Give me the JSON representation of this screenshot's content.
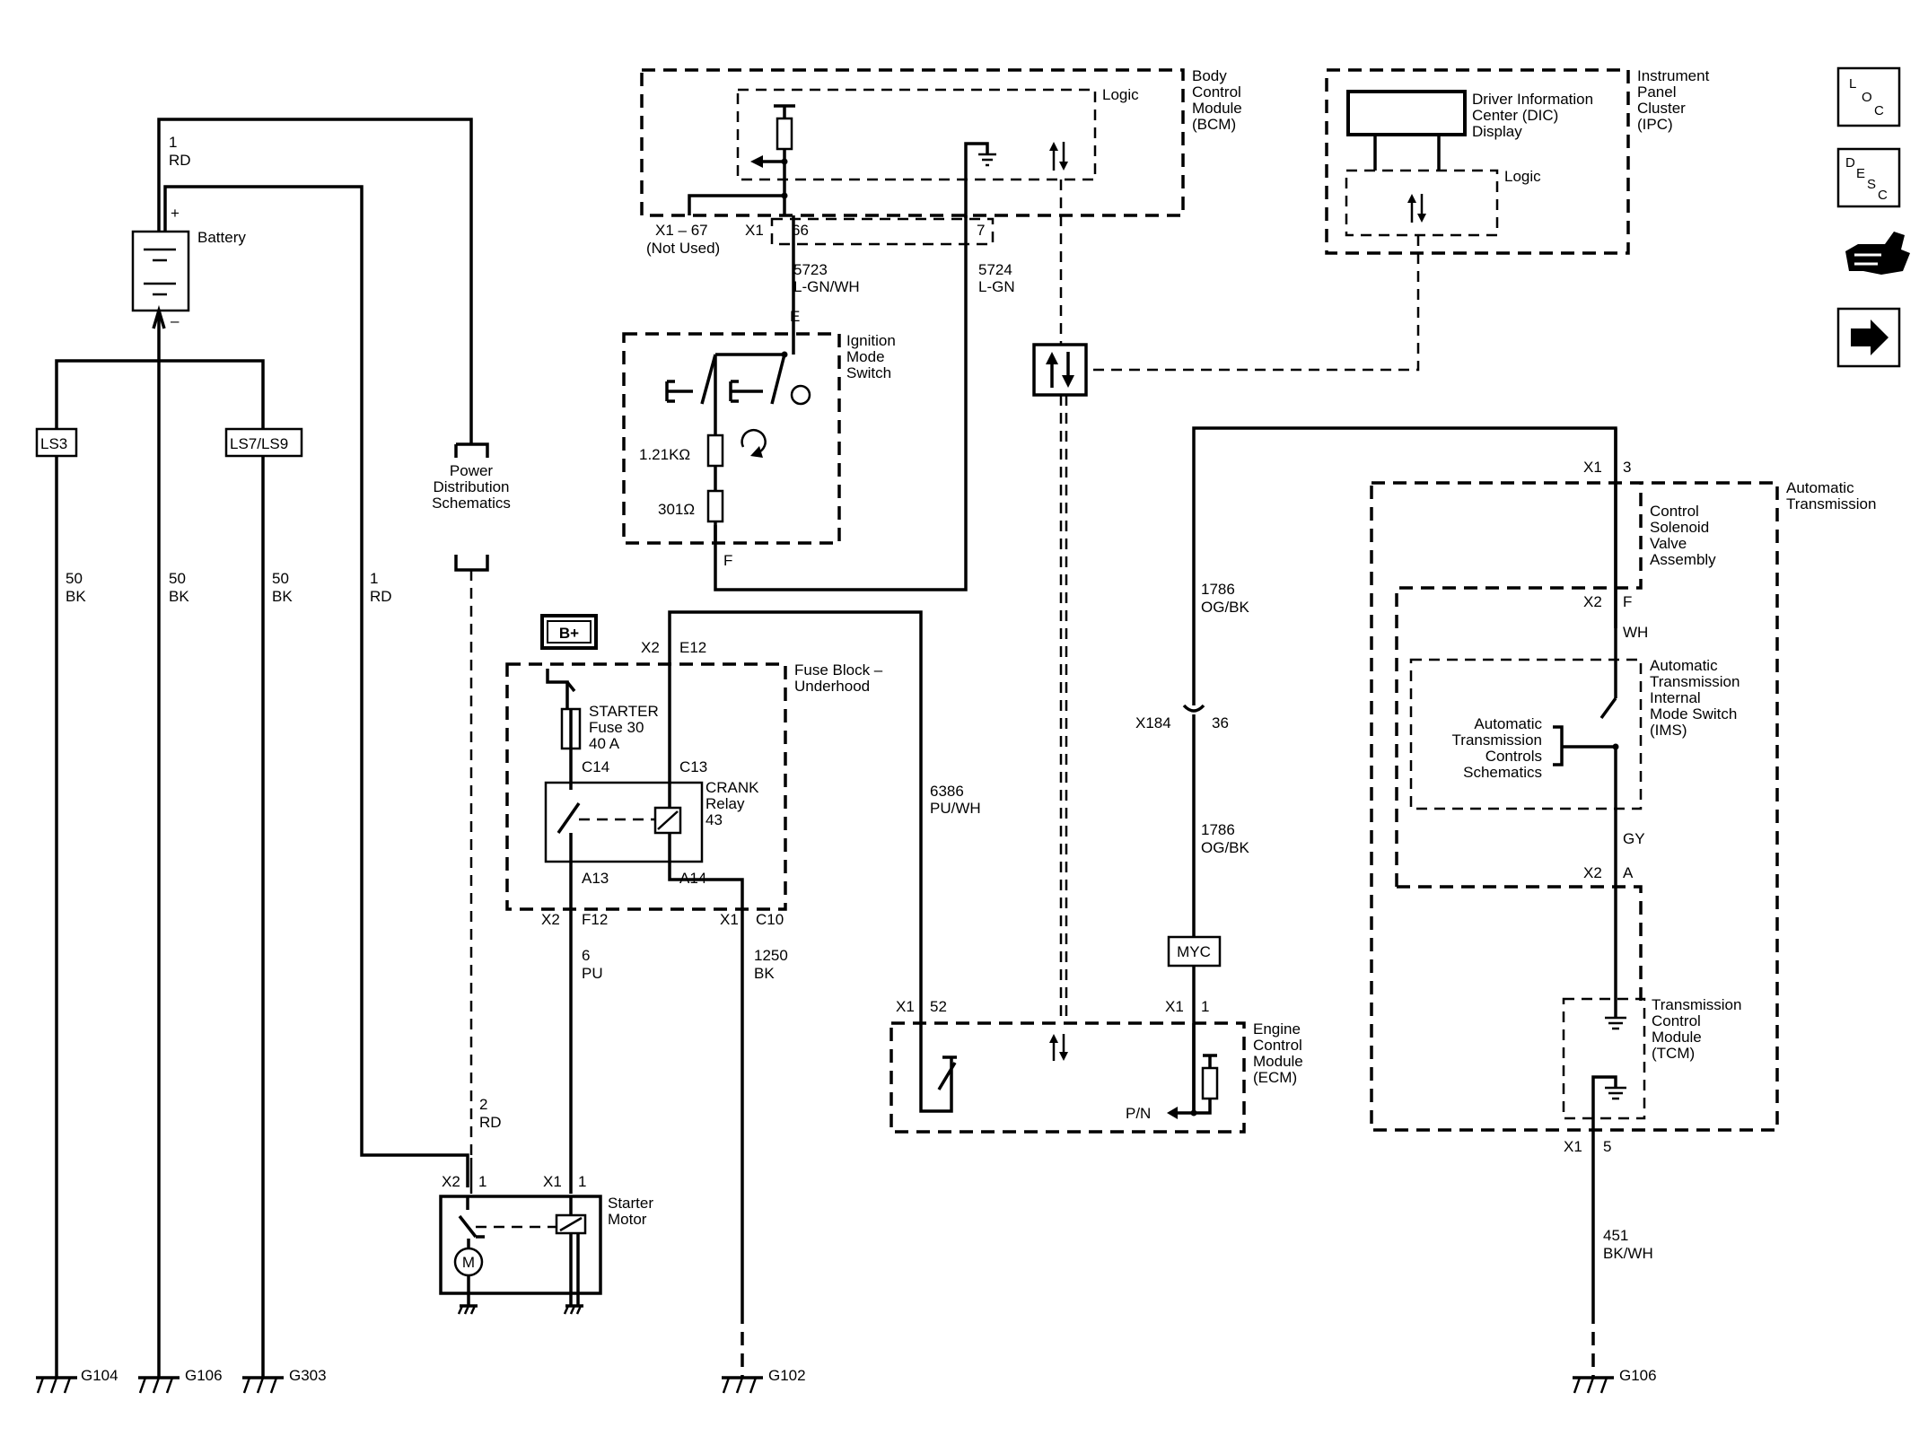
{
  "battery": {
    "label": "Battery",
    "plus": "+",
    "minus": "–",
    "top_wire_num": "1",
    "top_wire_color": "RD"
  },
  "variants": {
    "ls3": "LS3",
    "ls7": "LS7/LS9"
  },
  "ground_wires": [
    {
      "num": "50",
      "color": "BK"
    },
    {
      "num": "50",
      "color": "BK"
    },
    {
      "num": "50",
      "color": "BK"
    },
    {
      "num": "1",
      "color": "RD"
    }
  ],
  "grounds": {
    "g104": "G104",
    "g106a": "G106",
    "g303": "G303",
    "g102": "G102",
    "g106b": "G106"
  },
  "power_dist": [
    "Power",
    "Distribution",
    "Schematics"
  ],
  "bcm": {
    "name": [
      "Body",
      "Control",
      "Module",
      "(BCM)"
    ],
    "logic": "Logic",
    "x1_67": "X1 – 67",
    "not_used": "(Not Used)",
    "x1": "X1",
    "pin66": "66",
    "pin7": "7"
  },
  "wire_5723": {
    "num": "5723",
    "color": "L-GN/WH"
  },
  "wire_5724": {
    "num": "5724",
    "color": "L-GN"
  },
  "ignition": {
    "name": [
      "Ignition",
      "Mode",
      "Switch"
    ],
    "pin_e": "E",
    "pin_f": "F",
    "r1": "1.21KΩ",
    "r2": "301Ω"
  },
  "ipc": {
    "name": [
      "Instrument",
      "Panel",
      "Cluster",
      "(IPC)"
    ],
    "dic": [
      "Driver Information",
      "Center (DIC)",
      "Display"
    ],
    "logic": "Logic"
  },
  "bplus": "B+",
  "fuse_block": {
    "name": [
      "Fuse Block –",
      "Underhood"
    ],
    "x2": "X2",
    "e12": "E12",
    "starter_fuse": [
      "STARTER",
      "Fuse 30",
      "40 A"
    ],
    "c14": "C14",
    "c13": "C13",
    "relay": [
      "CRANK",
      "Relay",
      "43"
    ],
    "a13": "A13",
    "a14": "A14",
    "x2b": "X2",
    "f12": "F12",
    "x1": "X1",
    "c10": "C10"
  },
  "wire_6386": {
    "num": "6386",
    "color": "PU/WH"
  },
  "wire_6": {
    "num": "6",
    "color": "PU"
  },
  "wire_1250": {
    "num": "1250",
    "color": "BK"
  },
  "wire_2": {
    "num": "2",
    "color": "RD"
  },
  "starter": {
    "name": [
      "Starter",
      "Motor"
    ],
    "x2": "X2",
    "pin1a": "1",
    "x1": "X1",
    "pin1b": "1",
    "motor": "M"
  },
  "wire_1786a": {
    "num": "1786",
    "color": "OG/BK"
  },
  "wire_1786b": {
    "num": "1786",
    "color": "OG/BK"
  },
  "x184": {
    "conn": "X184",
    "pin": "36"
  },
  "myc": "MYC",
  "ecm": {
    "name": [
      "Engine",
      "Control",
      "Module",
      "(ECM)"
    ],
    "x1a": "X1",
    "pin52": "52",
    "x1b": "X1",
    "pin1": "1",
    "pn": "P/N"
  },
  "trans": {
    "name": [
      "Automatic",
      "Transmission"
    ],
    "x1": "X1",
    "pin3": "3",
    "csva": [
      "Control",
      "Solenoid",
      "Valve",
      "Assembly"
    ],
    "x2f": "X2",
    "pin_f": "F",
    "wh": "WH",
    "ims": [
      "Automatic",
      "Transmission",
      "Internal",
      "Mode Switch",
      "(IMS)"
    ],
    "controls": [
      "Automatic",
      "Transmission",
      "Controls",
      "Schematics"
    ],
    "gy": "GY",
    "x2a": "X2",
    "pin_a": "A",
    "tcm": [
      "Transmission",
      "Control",
      "Module",
      "(TCM)"
    ],
    "x1b": "X1",
    "pin5": "5"
  },
  "wire_451": {
    "num": "451",
    "color": "BK/WH"
  },
  "side_icons": {
    "loc": [
      "L",
      "O",
      "C"
    ],
    "desc": [
      "D",
      "E",
      "S",
      "C"
    ],
    "icon3": "connector-hand-icon",
    "icon4": "arrow-right-icon"
  }
}
